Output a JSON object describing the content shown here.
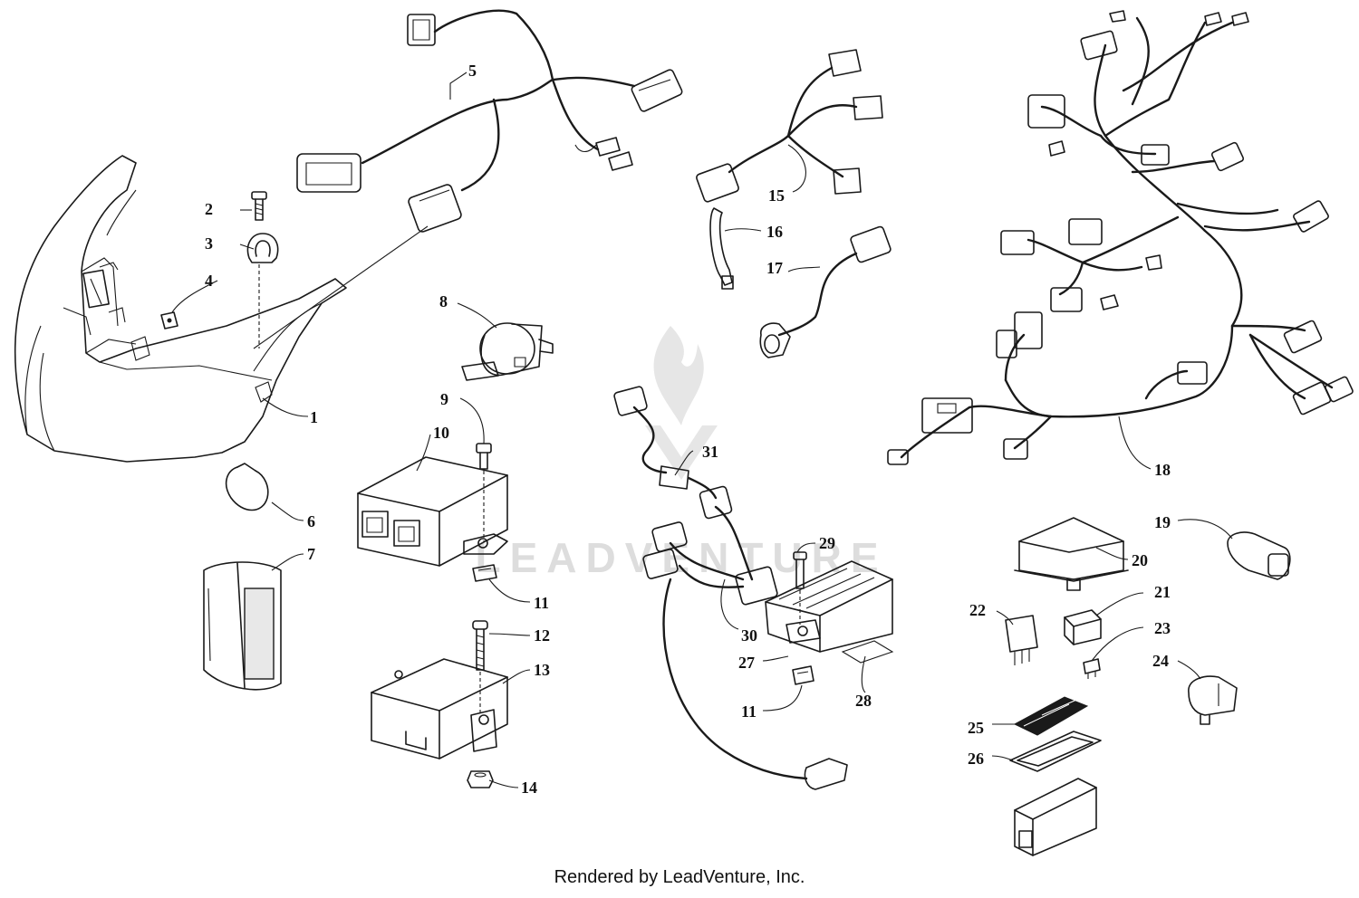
{
  "watermark": {
    "text": "LEADVENTURE"
  },
  "footer": {
    "credit": "Rendered by LeadVenture, Inc."
  },
  "callouts": [
    {
      "id": "c1",
      "label": "1"
    },
    {
      "id": "c2",
      "label": "2"
    },
    {
      "id": "c3",
      "label": "3"
    },
    {
      "id": "c4",
      "label": "4"
    },
    {
      "id": "c5",
      "label": "5"
    },
    {
      "id": "c6",
      "label": "6"
    },
    {
      "id": "c7",
      "label": "7"
    },
    {
      "id": "c8",
      "label": "8"
    },
    {
      "id": "c9",
      "label": "9"
    },
    {
      "id": "c10",
      "label": "10"
    },
    {
      "id": "c11a",
      "label": "11"
    },
    {
      "id": "c11b",
      "label": "11"
    },
    {
      "id": "c12",
      "label": "12"
    },
    {
      "id": "c13",
      "label": "13"
    },
    {
      "id": "c14",
      "label": "14"
    },
    {
      "id": "c15",
      "label": "15"
    },
    {
      "id": "c16",
      "label": "16"
    },
    {
      "id": "c17",
      "label": "17"
    },
    {
      "id": "c18",
      "label": "18"
    },
    {
      "id": "c19",
      "label": "19"
    },
    {
      "id": "c20",
      "label": "20"
    },
    {
      "id": "c21",
      "label": "21"
    },
    {
      "id": "c22",
      "label": "22"
    },
    {
      "id": "c23",
      "label": "23"
    },
    {
      "id": "c24",
      "label": "24"
    },
    {
      "id": "c25",
      "label": "25"
    },
    {
      "id": "c26",
      "label": "26"
    },
    {
      "id": "c27",
      "label": "27"
    },
    {
      "id": "c28",
      "label": "28"
    },
    {
      "id": "c29",
      "label": "29"
    },
    {
      "id": "c30",
      "label": "30"
    },
    {
      "id": "c31",
      "label": "31"
    }
  ]
}
